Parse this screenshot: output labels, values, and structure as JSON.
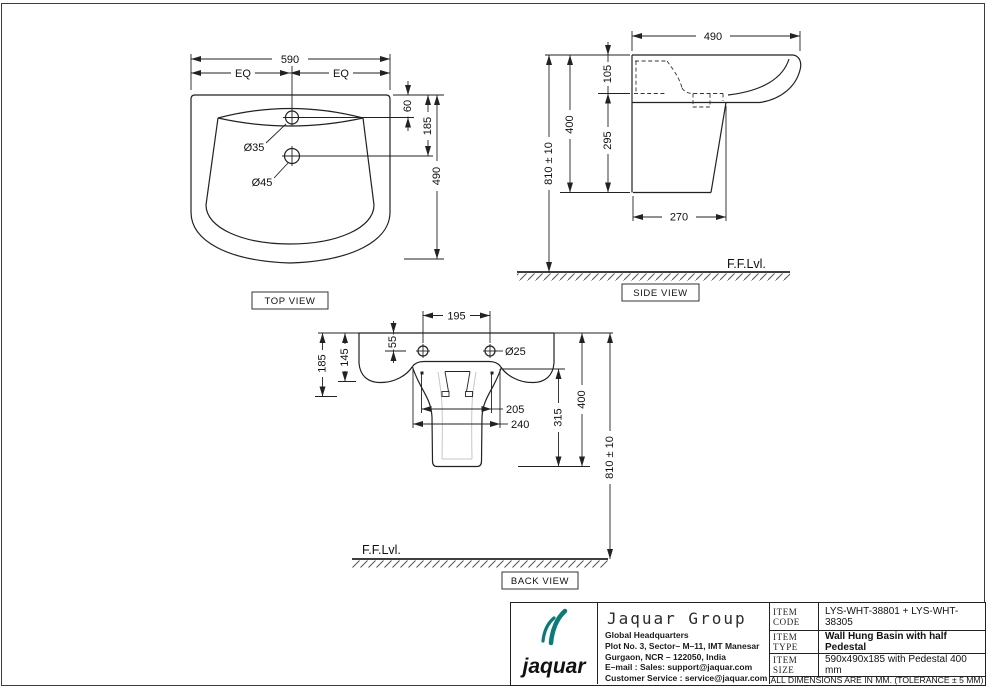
{
  "page": {
    "bg": "#ffffff",
    "frame_color": "#3c3c3c",
    "line_color": "#222222",
    "logo_teal": "#0d7a78"
  },
  "top_view": {
    "label": "TOP VIEW",
    "dim_width": "590",
    "dim_eq_left": "EQ",
    "dim_eq_right": "EQ",
    "dim_hole1_offset": "60",
    "dim_hole2_offset": "185",
    "dim_depth": "490",
    "hole1_label": "Ø35",
    "hole2_label": "Ø45"
  },
  "side_view": {
    "label": "SIDE VIEW",
    "dim_width": "490",
    "dim_rim": "105",
    "dim_basin": "400",
    "dim_pedestal": "295",
    "dim_height": "810 ± 10",
    "dim_base": "270",
    "floor_label": "F.F.Lvl."
  },
  "back_view": {
    "label": "BACK VIEW",
    "dim_holes_span": "195",
    "dim_hole_top": "55",
    "hole_label": "Ø25",
    "dim_depth_outer": "185",
    "dim_depth_inner": "145",
    "dim_ped_inner": "205",
    "dim_ped_outer": "240",
    "dim_ped_height": "315",
    "dim_basin": "400",
    "dim_height": "810 ± 10",
    "floor_label": "F.F.Lvl."
  },
  "title_block": {
    "logo_word": "jaquar",
    "company": "Jaquar Group",
    "address": [
      "Global Headquarters",
      "Plot No. 3, Sector– M–11, IMT Manesar",
      "Gurgaon, NCR – 122050, India",
      "E–mail : Sales: support@jaquar.com",
      "Customer Service : service@jaquar.com"
    ],
    "rows": [
      {
        "label": "ITEM CODE",
        "value": "LYS-WHT-38801 + LYS-WHT-38305"
      },
      {
        "label": "ITEM TYPE",
        "value": "Wall Hung Basin with half Pedestal"
      },
      {
        "label": "ITEM SIZE",
        "value": "590x490x185 with Pedestal 400 mm"
      }
    ],
    "note": "ALL DIMENSIONS ARE IN MM. (TOLERANCE ± 5 MM)"
  }
}
